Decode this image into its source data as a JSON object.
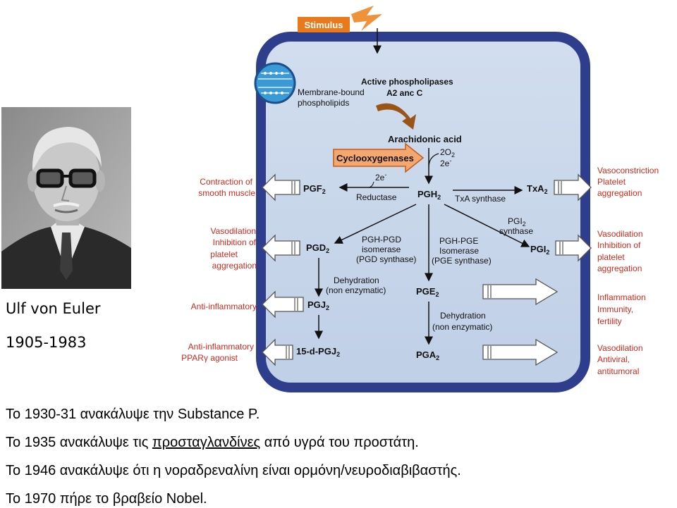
{
  "caption": {
    "name": "Ulf von Euler",
    "years": "1905-1983"
  },
  "notes": {
    "line1": "Το 1930-31 ανακάλυψε την Substance P.",
    "line2_pre": "Το 1935 ανακάλυψε τις ",
    "line2_link": "προσταγλανδίνες",
    "line2_post": " από υγρά του προστάτη.",
    "line3": "Το 1946 ανακάλυψε ότι η νοραδρεναλίνη είναι ορμόνη/νευροδιαβιβαστής.",
    "line4": "Το 1970 πήρε το βραβείο Nobel."
  },
  "diagram": {
    "stimulus": "Stimulus",
    "membrane_1": "Membrane-bound",
    "membrane_2": "phospholipids",
    "phospholipases_1": "Active phospholipases",
    "phospholipases_2": "A2 anc C",
    "arachidonic": "Arachidonic acid",
    "cox": "Cyclooxygenases",
    "o2": "2O",
    "o2_sub": "2",
    "e1": "2e",
    "e1_sup": "-",
    "e2": "2e",
    "e2_sup": "-",
    "pgf2": "PGF",
    "pgf2_sub": "2",
    "reductase": "Reductase",
    "pgh2": "PGH",
    "pgh2_sub": "2",
    "txa_synthase": "TxA synthase",
    "txa2": "TxA",
    "txa2_sub": "2",
    "pgi2_synth_1": "PGI",
    "pgi2_synth_1_sub": "2",
    "pgi2_synth_2": "synthase",
    "pgd2": "PGD",
    "pgd2_sub": "2",
    "pgd_iso_1": "PGH-PGD",
    "pgd_iso_2": "isomerase",
    "pgd_iso_3": "(PGD synthase)",
    "pge_iso_1": "PGH-PGE",
    "pge_iso_2": "Isomerase",
    "pge_iso_3": "(PGE synthase)",
    "pgi2": "PGI",
    "pgi2_sub": "2",
    "dehyd_a_1": "Dehydration",
    "dehyd_a_2": "(non enzymatic)",
    "pge2": "PGE",
    "pge2_sub": "2",
    "pgj2": "PGJ",
    "pgj2_sub": "2",
    "dehyd_b_1": "Dehydration",
    "dehyd_b_2": "(non enzymatic)",
    "dpgj2": "15-d-PGJ",
    "dpgj2_sub": "2",
    "pga2": "PGA",
    "pga2_sub": "2",
    "left_1a": "Contraction of",
    "left_1b": "smooth muscle",
    "left_2a": "Vasodilation",
    "left_2b": "Inhibition of",
    "left_2c": "platelet",
    "left_2d": "aggregation",
    "left_3": "Anti-inflammatory",
    "left_4a": "Anti-inflammatory",
    "left_4b": "PPAR",
    "left_4b_greek": "γ",
    "left_4b_post": " agonist",
    "right_1a": "Vasoconstriction",
    "right_1b": "Platelet",
    "right_1c": "aggregation",
    "right_2a": "Vasodilation",
    "right_2b": "Inhibition of",
    "right_2c": "platelet",
    "right_2d": "aggregation",
    "right_3a": "Inflammation",
    "right_3b": "Immunity,",
    "right_3c": "fertility",
    "right_4a": "Vasodilation",
    "right_4b": "Antiviral,",
    "right_4c": "antitumoral"
  },
  "colors": {
    "cell_fill": "#c9d7ea",
    "cell_border": "#2e3e8c",
    "effect_red": "#cc2a1e",
    "cox_orange": "#f4a870",
    "stimulus_orange": "#f0923a"
  },
  "icons": {
    "stimulus": "lightning-bolt-icon",
    "membrane": "lipid-bilayer-icon"
  }
}
